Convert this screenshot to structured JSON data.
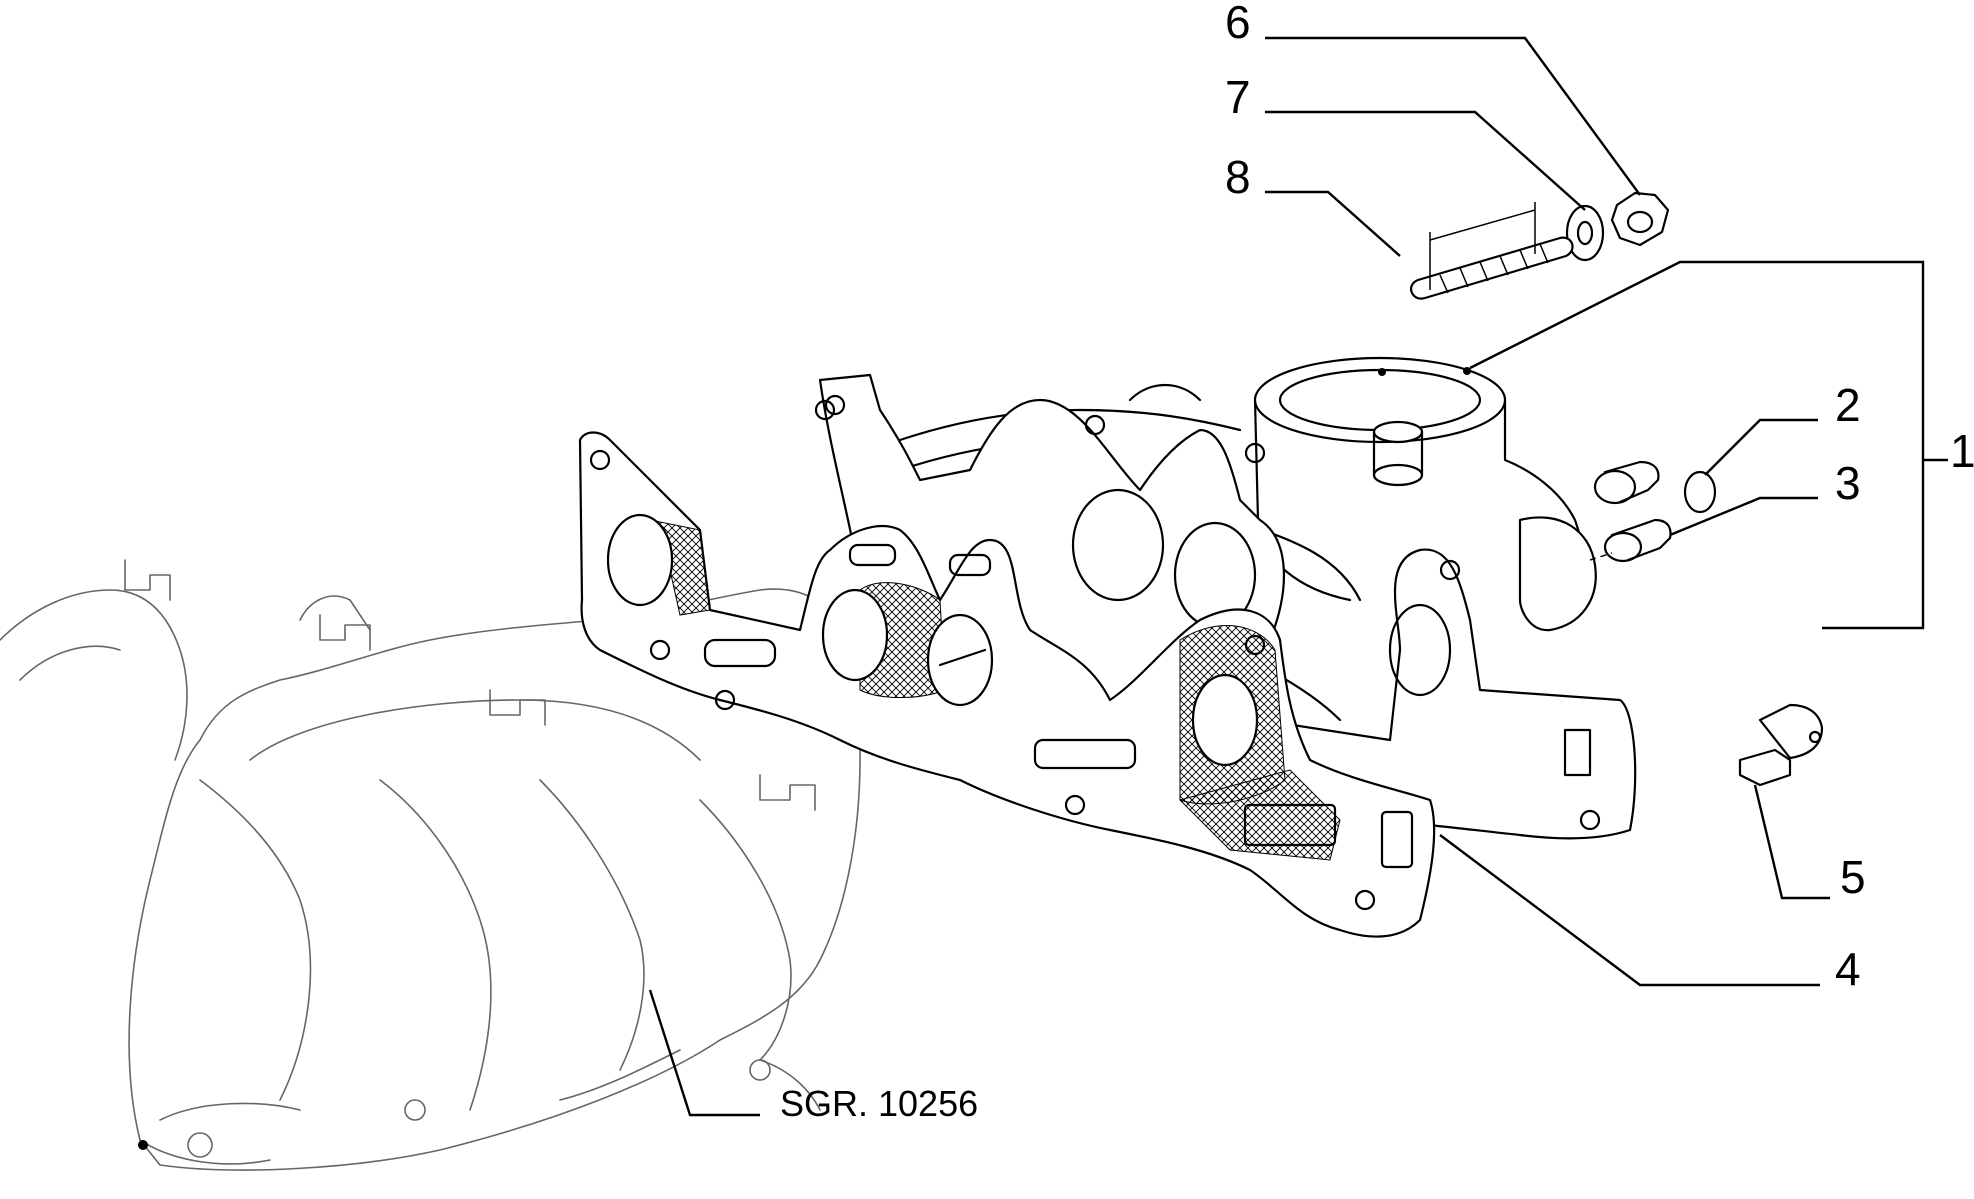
{
  "callouts": {
    "c1": "1",
    "c2": "2",
    "c3": "3",
    "c4": "4",
    "c5": "5",
    "c6": "6",
    "c7": "7",
    "c8": "8"
  },
  "reference": "SGR. 10256"
}
